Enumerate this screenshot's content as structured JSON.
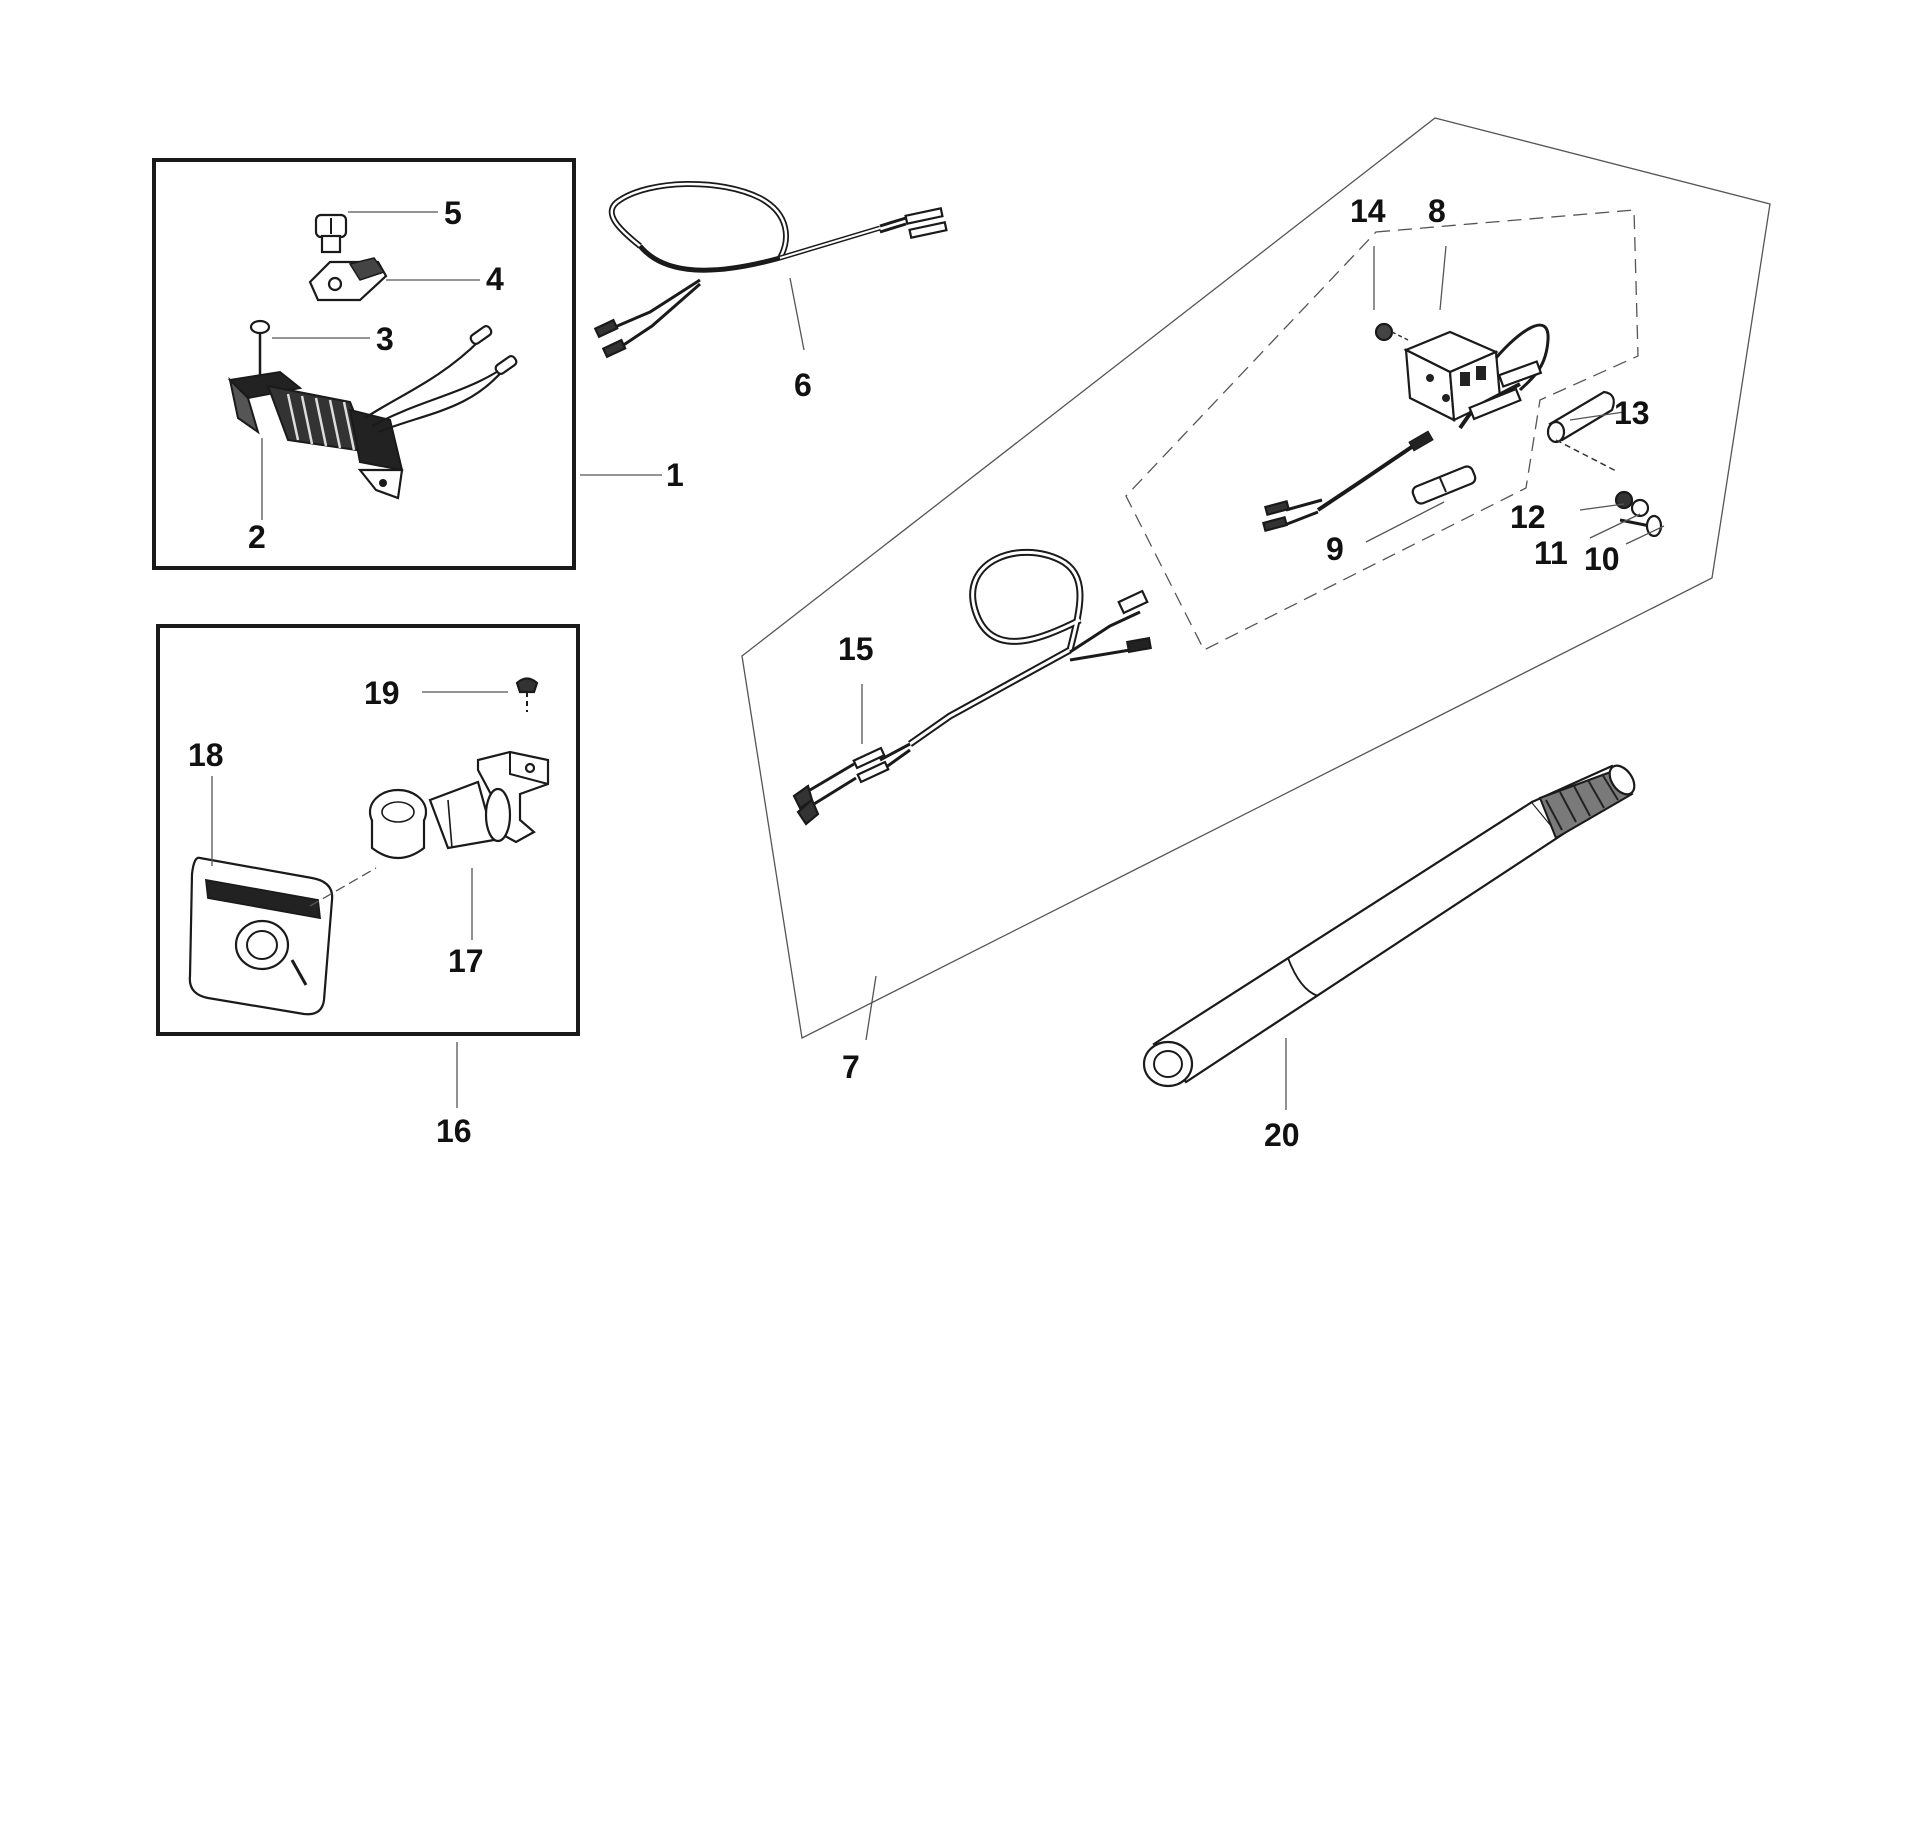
{
  "diagram": {
    "callouts": [
      {
        "id": "c1",
        "label": "1"
      },
      {
        "id": "c2",
        "label": "2"
      },
      {
        "id": "c3",
        "label": "3"
      },
      {
        "id": "c4",
        "label": "4"
      },
      {
        "id": "c5",
        "label": "5"
      },
      {
        "id": "c6",
        "label": "6"
      },
      {
        "id": "c7",
        "label": "7"
      },
      {
        "id": "c8",
        "label": "8"
      },
      {
        "id": "c9",
        "label": "9"
      },
      {
        "id": "c10",
        "label": "10"
      },
      {
        "id": "c11",
        "label": "11"
      },
      {
        "id": "c12",
        "label": "12"
      },
      {
        "id": "c13",
        "label": "13"
      },
      {
        "id": "c14",
        "label": "14"
      },
      {
        "id": "c15",
        "label": "15"
      },
      {
        "id": "c16",
        "label": "16"
      },
      {
        "id": "c17",
        "label": "17"
      },
      {
        "id": "c18",
        "label": "18"
      },
      {
        "id": "c19",
        "label": "19"
      },
      {
        "id": "c20",
        "label": "20"
      }
    ]
  }
}
